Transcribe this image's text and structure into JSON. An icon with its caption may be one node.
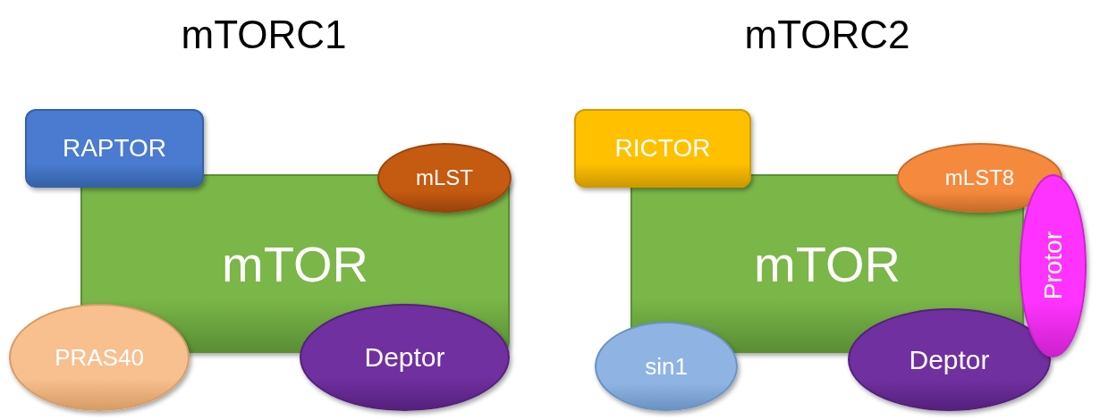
{
  "diagram": {
    "nodes": [
      {
        "text": [
          "RAPTOR"
        ]
      },
      {
        "text": [
          "mTOR"
        ]
      },
      {
        "text": [
          "mLST"
        ]
      },
      {
        "text": [
          "PRAS40"
        ]
      },
      {
        "text": [
          "Deptor"
        ]
      },
      {
        "text": [
          "RICTOR"
        ]
      },
      {
        "text": [
          "mTOR"
        ]
      },
      {
        "text": [
          "mLST8"
        ]
      },
      {
        "text": [
          "Protor"
        ]
      },
      {
        "text": [
          "sin1"
        ]
      },
      {
        "text": [
          "Deptor"
        ]
      }
    ],
    "labels": [
      "mTORC1",
      "mTORC2"
    ]
  }
}
